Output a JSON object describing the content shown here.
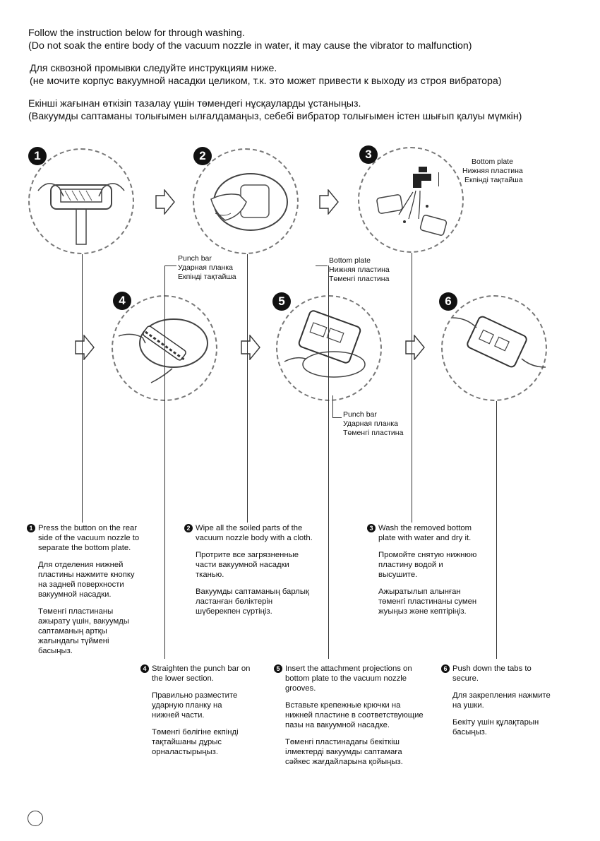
{
  "intro": {
    "en_line1": "Follow the instruction below for through washing.",
    "en_line2": "(Do not soak the entire body of the vacuum nozzle in water, it may cause the vibrator to malfunction)",
    "ru_line1": "Для сквозной промывки следуйте инструкциям ниже.",
    "ru_line2": "(не мочите корпус вакуумной насадки целиком, т.к. это может привести к выходу из строя вибратора)",
    "kk_line1": "Екінші жағынан өткізіп тазалау үшін төмендегі нұсқауларды ұстаныңыз.",
    "kk_line2": "(Вакуумды саптаманы толығымен ылғалдамаңыз, себебі вибратор толығымен істен шығып қалуы мүмкін)"
  },
  "step_numbers": [
    "1",
    "2",
    "3",
    "4",
    "5",
    "6"
  ],
  "labels": {
    "bottom_plate_3": [
      "Bottom plate",
      "Нижняя пластина",
      "Екпінді тақтайша"
    ],
    "punch_bar_4": [
      "Punch bar",
      "Ударная планка",
      "Екпінді тақтайша"
    ],
    "bottom_plate_5": [
      "Bottom plate",
      "Нижняя пластина",
      "Төменгі пластина"
    ],
    "punch_bar_5": [
      "Punch bar",
      "Ударная планка",
      "Төменгі пластина"
    ]
  },
  "steps": {
    "s1": {
      "en": "Press the button on the rear side of the vacuum nozzle to separate the bottom plate.",
      "ru": "Для отделения нижней пластины нажмите кнопку на задней поверхности вакуумной насадки.",
      "kk": "Төменгі пластинаны ажырату үшін, вакуумды саптаманың артқы жағындағы түймені басыңыз."
    },
    "s2": {
      "en": "Wipe all the soiled parts of the vacuum nozzle body with a cloth.",
      "ru": "Протрите все загрязненные части вакуумной насадки тканью.",
      "kk": "Вакуумды саптаманың барлық ластанған бөліктерін шүберекпен сүртіңіз."
    },
    "s3": {
      "en": "Wash the removed bottom plate with water and dry it.",
      "ru": "Промойте снятую нижнюю пластину водой и высушите.",
      "kk": "Ажыратылып алынған төменгі пластинаны сумен жуыңыз және кептіріңіз."
    },
    "s4": {
      "en": "Straighten the punch bar on the lower section.",
      "ru": "Правильно разместите ударную планку на нижней части.",
      "kk": "Төменгі бөлігіне екпінді тақтайшаны дұрыс орналастырыңыз."
    },
    "s5": {
      "en": "Insert the attachment projections on bottom plate to the vacuum nozzle grooves.",
      "ru": "Вставьте крепежные крючки на нижней пластине в соответствующие пазы на вакуумной насадке.",
      "kk": "Төменгі пластинадағы бекіткіш ілмектерді вакуумды саптамаға сәйкес жағдайларына қойыңыз."
    },
    "s6": {
      "en": "Push down the tabs to secure.",
      "ru": "Для закрепления нажмите на ушки.",
      "kk": "Бекіту үшін құлақтарын басыңыз."
    }
  }
}
